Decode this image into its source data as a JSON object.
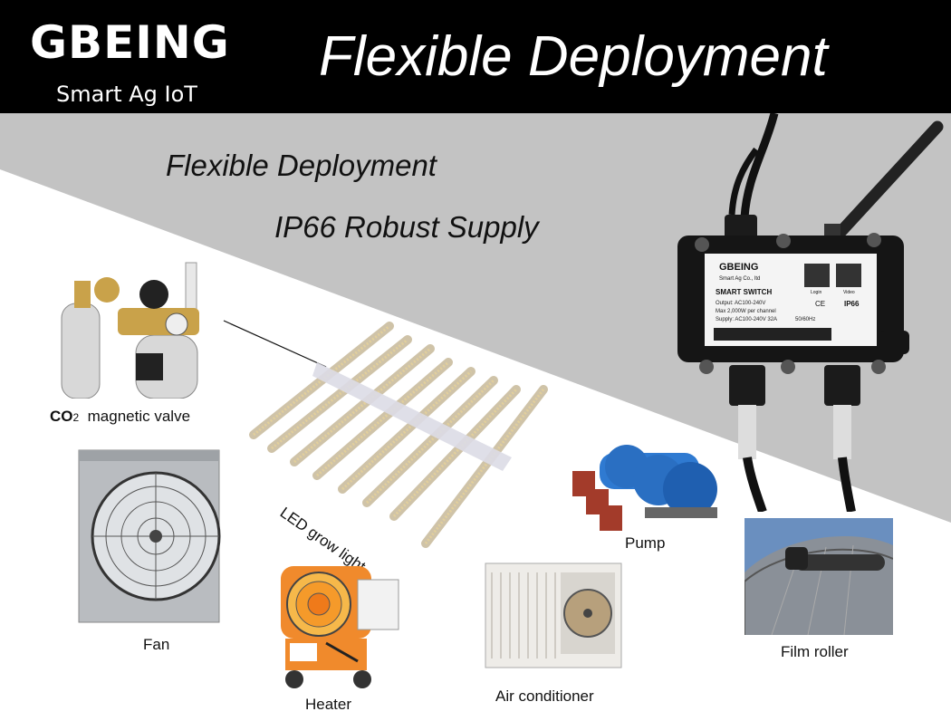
{
  "header": {
    "logo": "GBEING",
    "logo_sub": "Smart Ag IoT",
    "title": "Flexible Deployment"
  },
  "taglines": {
    "line1": "Flexible Deployment",
    "line2": "IP66 Robust Supply"
  },
  "device": {
    "brand": "GBEING",
    "company": "Smart Ag Co., ltd",
    "product": "SMART SWITCH",
    "output": "Output: AC100-240V",
    "max": "Max 2,000W per channel",
    "supply": "Supply: AC100-240V 32A",
    "freq": "50/60Hz",
    "certs": "CE",
    "rating": "IP66",
    "qr_login": "Login",
    "qr_video": "Video"
  },
  "labels": {
    "co2": "CO",
    "co2_sub": "2",
    "valve": "magnetic valve",
    "led": "LED grow light",
    "fan": "Fan",
    "heater": "Heater",
    "ac": "Air conditioner",
    "pump": "Pump",
    "film": "Film roller"
  },
  "colors": {
    "header_bg": "#000000",
    "band": "#c3c3c3",
    "text": "#111111"
  }
}
